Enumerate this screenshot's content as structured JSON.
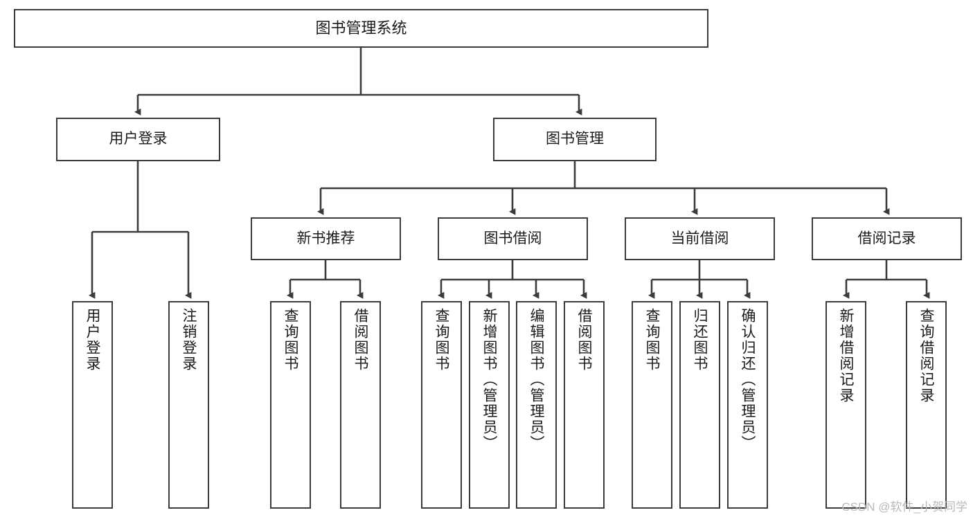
{
  "diagram": {
    "type": "tree-hierarchy",
    "title": "图书管理系统",
    "stroke_color": "#3b3b3b",
    "background_color": "#ffffff",
    "text_color": "#1a1a1a",
    "watermark": "CSDN @软件_小贺同学",
    "nodes": {
      "root": {
        "label": "图书管理系统"
      },
      "level2": [
        {
          "id": "user-login",
          "label": "用户登录"
        },
        {
          "id": "book-management",
          "label": "图书管理"
        }
      ],
      "level3": [
        {
          "id": "new-book-recommend",
          "label": "新书推荐"
        },
        {
          "id": "book-borrow",
          "label": "图书借阅"
        },
        {
          "id": "current-borrow",
          "label": "当前借阅"
        },
        {
          "id": "borrow-record",
          "label": "借阅记录"
        }
      ],
      "leaves": {
        "user_login": [
          {
            "id": "leaf-user-login",
            "label": "用户登录"
          },
          {
            "id": "leaf-user-logout",
            "label": "注销登录"
          }
        ],
        "new_book_recommend": [
          {
            "id": "leaf-query-book-1",
            "label": "查询图书"
          },
          {
            "id": "leaf-borrow-book-1",
            "label": "借阅图书"
          }
        ],
        "book_borrow": [
          {
            "id": "leaf-query-book-2",
            "label": "查询图书"
          },
          {
            "id": "leaf-add-book",
            "label": "新增图书（管理员）"
          },
          {
            "id": "leaf-edit-book",
            "label": "编辑图书（管理员）"
          },
          {
            "id": "leaf-borrow-book-2",
            "label": "借阅图书"
          }
        ],
        "current_borrow": [
          {
            "id": "leaf-query-book-3",
            "label": "查询图书"
          },
          {
            "id": "leaf-return-book",
            "label": "归还图书"
          },
          {
            "id": "leaf-confirm-return",
            "label": "确认归还（管理员）"
          }
        ],
        "borrow_record": [
          {
            "id": "leaf-add-record",
            "label": "新增借阅记录"
          },
          {
            "id": "leaf-query-record",
            "label": "查询借阅记录"
          }
        ]
      }
    },
    "edges": [
      {
        "from": "图书管理系统",
        "to": "用户登录"
      },
      {
        "from": "图书管理系统",
        "to": "图书管理"
      },
      {
        "from": "用户登录",
        "to": "用户登录"
      },
      {
        "from": "用户登录",
        "to": "注销登录"
      },
      {
        "from": "图书管理",
        "to": "新书推荐"
      },
      {
        "from": "图书管理",
        "to": "图书借阅"
      },
      {
        "from": "图书管理",
        "to": "当前借阅"
      },
      {
        "from": "图书管理",
        "to": "借阅记录"
      },
      {
        "from": "新书推荐",
        "to": "查询图书"
      },
      {
        "from": "新书推荐",
        "to": "借阅图书"
      },
      {
        "from": "图书借阅",
        "to": "查询图书"
      },
      {
        "from": "图书借阅",
        "to": "新增图书（管理员）"
      },
      {
        "from": "图书借阅",
        "to": "编辑图书（管理员）"
      },
      {
        "from": "图书借阅",
        "to": "借阅图书"
      },
      {
        "from": "当前借阅",
        "to": "查询图书"
      },
      {
        "from": "当前借阅",
        "to": "归还图书"
      },
      {
        "from": "当前借阅",
        "to": "确认归还（管理员）"
      },
      {
        "from": "借阅记录",
        "to": "新增借阅记录"
      },
      {
        "from": "借阅记录",
        "to": "查询借阅记录"
      }
    ]
  }
}
